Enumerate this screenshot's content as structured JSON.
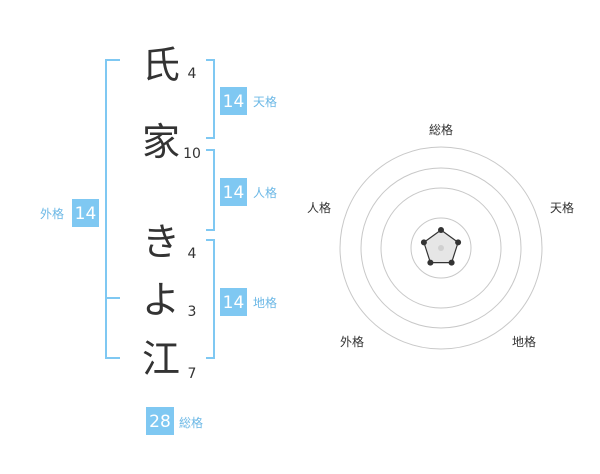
{
  "name": {
    "characters": [
      {
        "char": "氏",
        "strokes": "4"
      },
      {
        "char": "家",
        "strokes": "10"
      },
      {
        "char": "き",
        "strokes": "4"
      },
      {
        "char": "よ",
        "strokes": "3"
      },
      {
        "char": "江",
        "strokes": "7"
      }
    ]
  },
  "fortunes": {
    "tenkaku": {
      "value": "14",
      "label": "天格"
    },
    "jinkaku": {
      "value": "14",
      "label": "人格"
    },
    "chikaku": {
      "value": "14",
      "label": "地格"
    },
    "gaikaku": {
      "value": "14",
      "label": "外格"
    },
    "soukaku": {
      "value": "28",
      "label": "総格"
    }
  },
  "radar": {
    "axes": [
      "総格",
      "天格",
      "地格",
      "外格",
      "人格"
    ],
    "levels": [
      0.5,
      0.5,
      0.5,
      0.5,
      0.5
    ],
    "rings": 4
  },
  "colors": {
    "accent": "#7fc8f2",
    "label_accent": "#6cb8e6",
    "text": "#333333"
  }
}
